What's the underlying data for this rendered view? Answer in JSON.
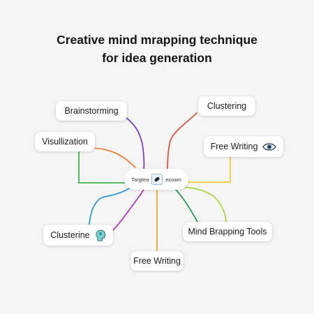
{
  "title": {
    "line1": "Creative mind mrapping technique",
    "line2": "for idea generation"
  },
  "hub": {
    "left_text": "Targtea",
    "right_text": "ecoam",
    "icon": "pen-icon"
  },
  "nodes": [
    {
      "label": "Brainstorming",
      "branch_color": "#7b3fc4"
    },
    {
      "label": "Clustering",
      "branch_color": "#e4513a"
    },
    {
      "label": "Visullization",
      "branch_color": "#f07f3c",
      "branch_color_2": "#3cb54a"
    },
    {
      "label": "Free Writing",
      "icon": "eye-icon",
      "branch_color": "#f2cc2e"
    },
    {
      "label": "Clusterine",
      "icon": "head-icon",
      "branch_color": "#2e9ad9",
      "branch_color_2": "#b23ac0"
    },
    {
      "label": "Mind Brapping Tools",
      "branch_color": "#a6d93a",
      "branch_color_2": "#2a9a55"
    },
    {
      "label": "Free Writing",
      "branch_color": "#f0a830"
    }
  ]
}
